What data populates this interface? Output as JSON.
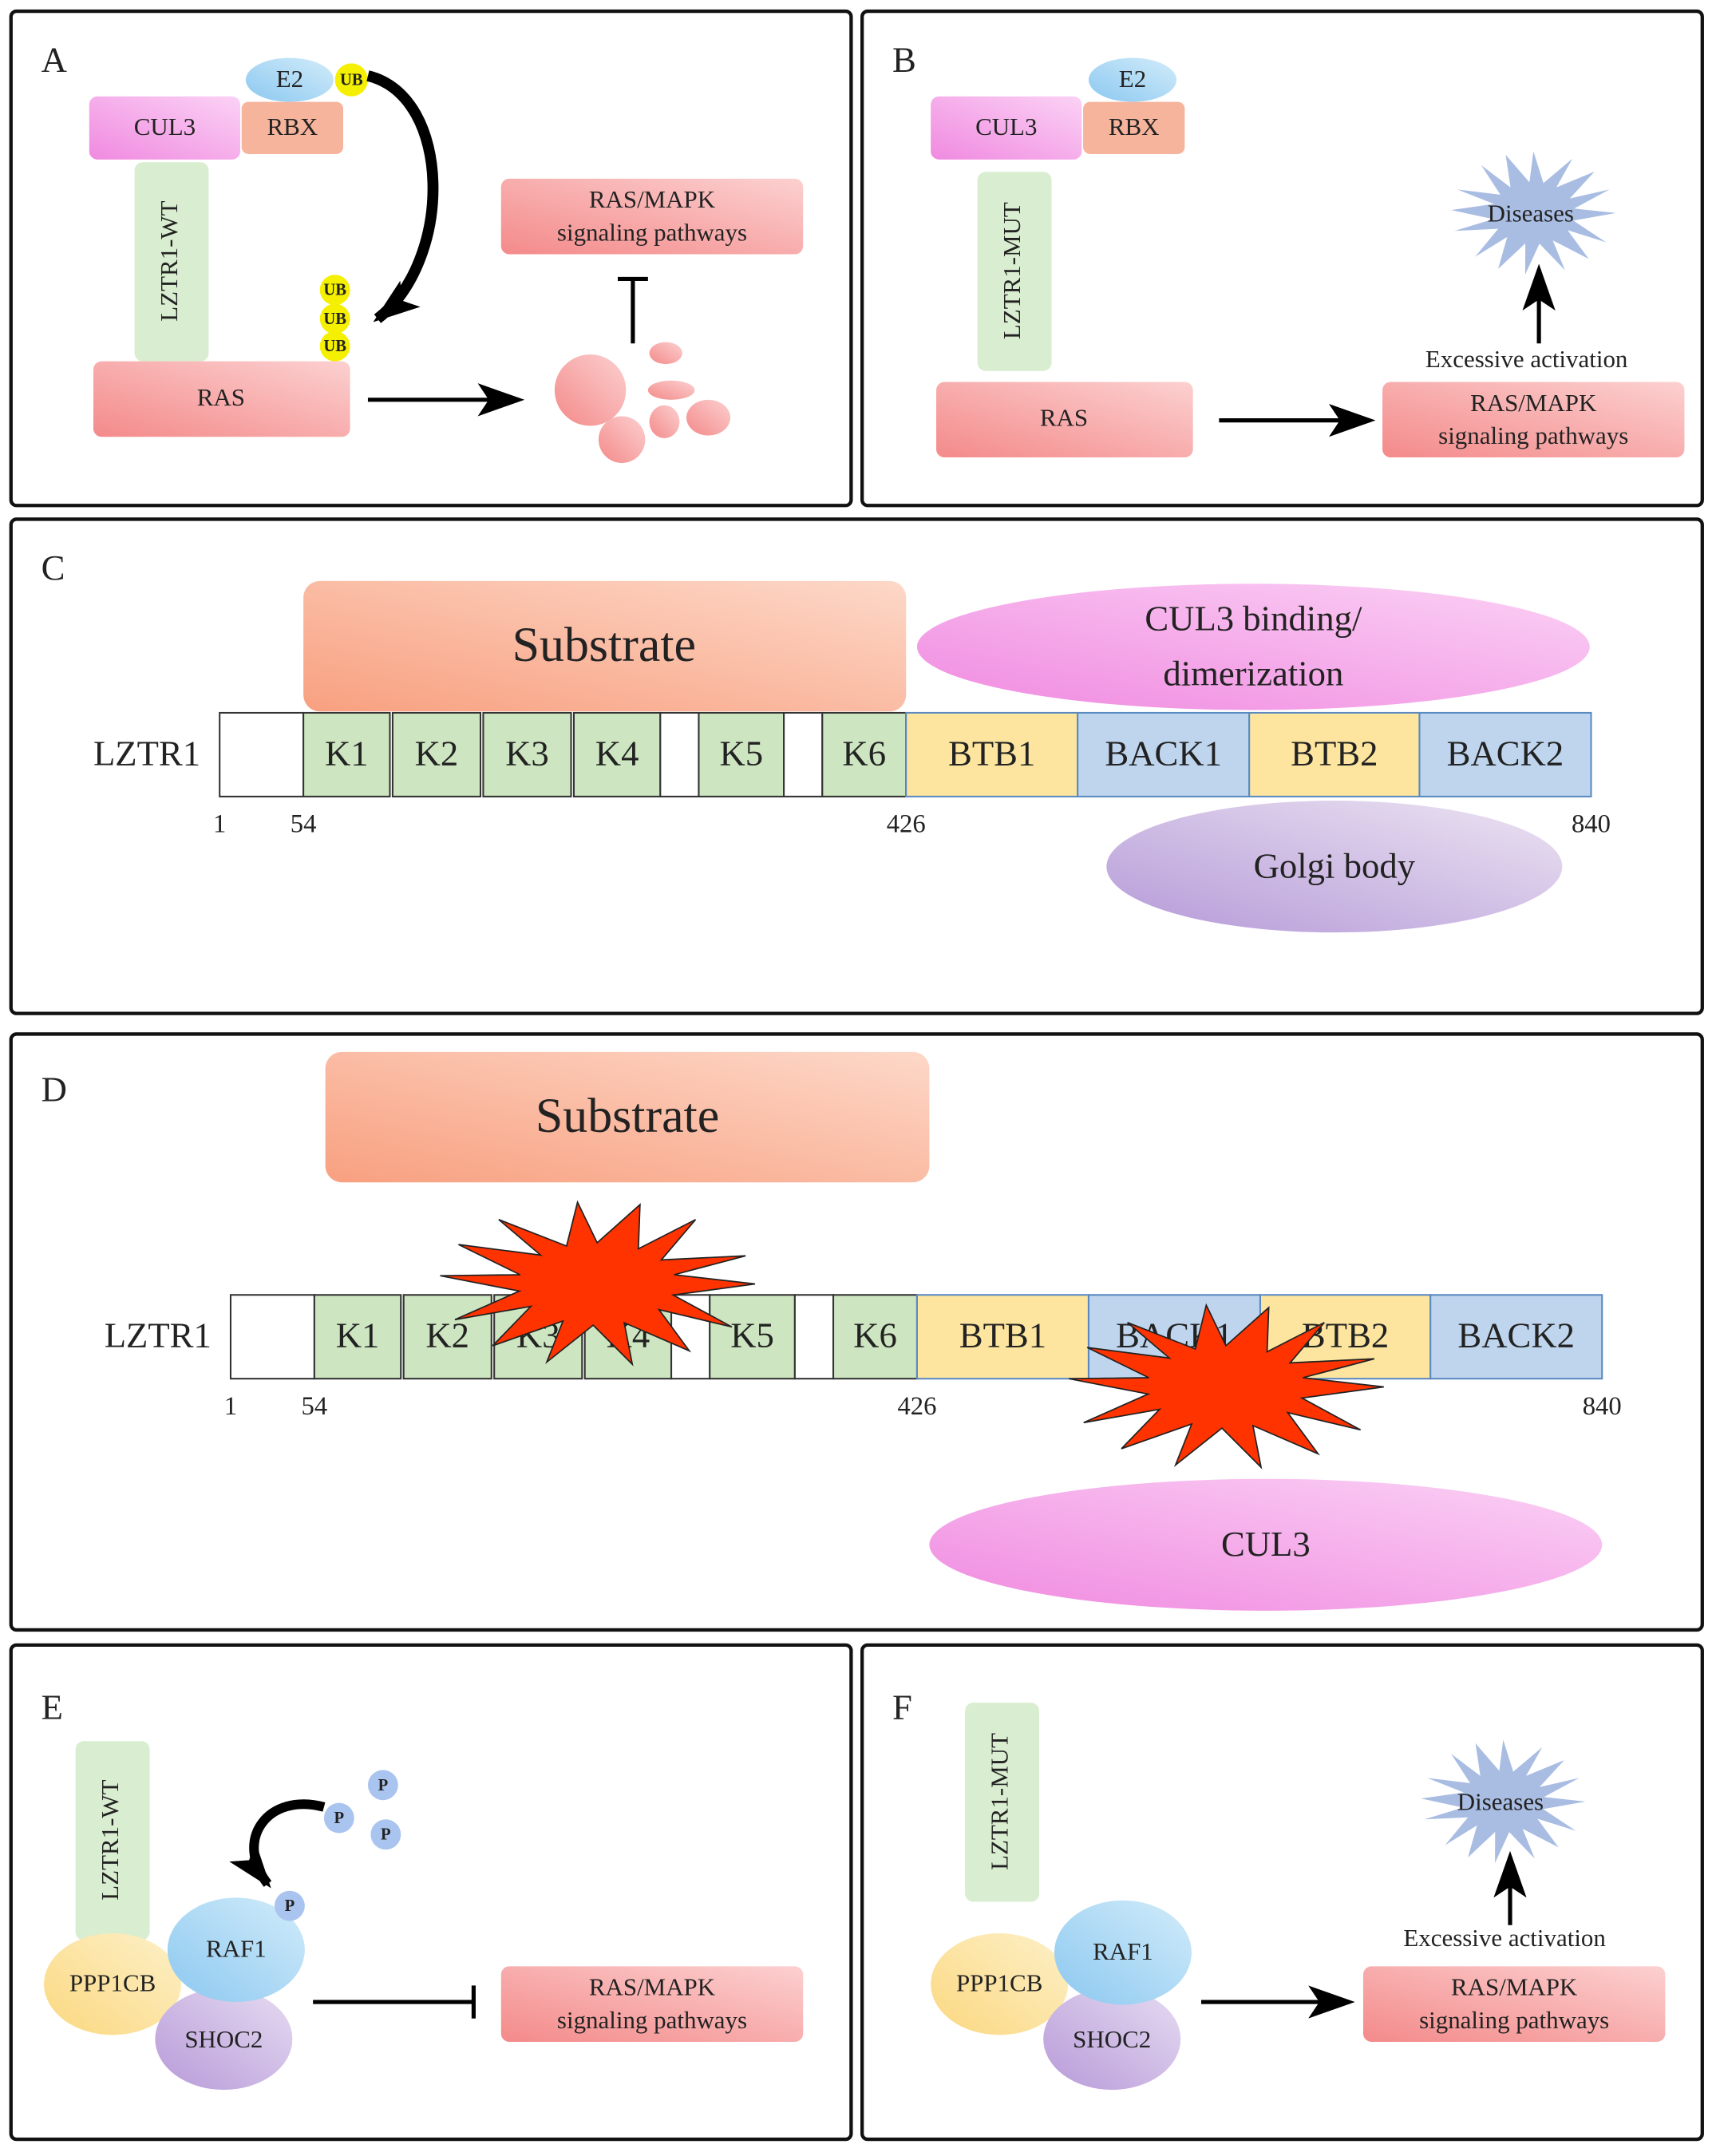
{
  "panels": {
    "A": {
      "label": "A",
      "e2": "E2",
      "ub": "UB",
      "cul3": "CUL3",
      "rbx": "RBX",
      "lztr1": "LZTR1-WT",
      "ras": "RAS",
      "pathway_line1": "RAS/MAPK",
      "pathway_line2": "signaling pathways"
    },
    "B": {
      "label": "B",
      "e2": "E2",
      "cul3": "CUL3",
      "rbx": "RBX",
      "lztr1": "LZTR1-MUT",
      "ras": "RAS",
      "pathway_line1": "RAS/MAPK",
      "pathway_line2": "signaling pathways",
      "activation": "Excessive activation",
      "diseases": "Diseases"
    },
    "C": {
      "label": "C",
      "substrate": "Substrate",
      "cul3_line1": "CUL3 binding/",
      "cul3_line2": "dimerization",
      "golgi": "Golgi body",
      "protein": "LZTR1"
    },
    "D": {
      "label": "D",
      "substrate": "Substrate",
      "cul3": "CUL3",
      "protein": "LZTR1"
    },
    "E": {
      "label": "E",
      "lztr1": "LZTR1-WT",
      "ppp1cb": "PPP1CB",
      "raf1": "RAF1",
      "shoc2": "SHOC2",
      "p": "P",
      "pathway_line1": "RAS/MAPK",
      "pathway_line2": "signaling pathways"
    },
    "F": {
      "label": "F",
      "lztr1": "LZTR1-MUT",
      "ppp1cb": "PPP1CB",
      "raf1": "RAF1",
      "shoc2": "SHOC2",
      "pathway_line1": "RAS/MAPK",
      "pathway_line2": "signaling pathways",
      "activation": "Excessive activation",
      "diseases": "Diseases"
    }
  },
  "domains": [
    "",
    "K1",
    "K2",
    "K3",
    "K4",
    "",
    "K5",
    "",
    "K6",
    "BTB1",
    "BACK1",
    "BTB2",
    "BACK2"
  ],
  "positions": [
    "1",
    "54",
    "426",
    "840"
  ],
  "colors": {
    "kelch": "#cde5c0",
    "btb": "#fde5a0",
    "back": "#bfd5ee",
    "cul3": "#f6a6ea",
    "rbx": "#f6b49c",
    "ras": "#f59a9a",
    "lztr1": "#d9edd0",
    "ub": "#f5f000",
    "star": "#ff3300",
    "disease": "#a9bde3"
  }
}
